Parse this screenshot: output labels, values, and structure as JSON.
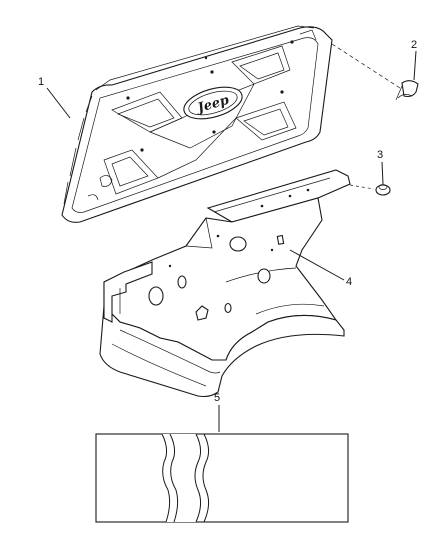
{
  "callouts": {
    "c1": "1",
    "c2": "2",
    "c3": "3",
    "c4": "4",
    "c5": "5"
  },
  "hood_logo": "Jeep",
  "colors": {
    "line": "#1a1a1a",
    "background": "#ffffff"
  }
}
